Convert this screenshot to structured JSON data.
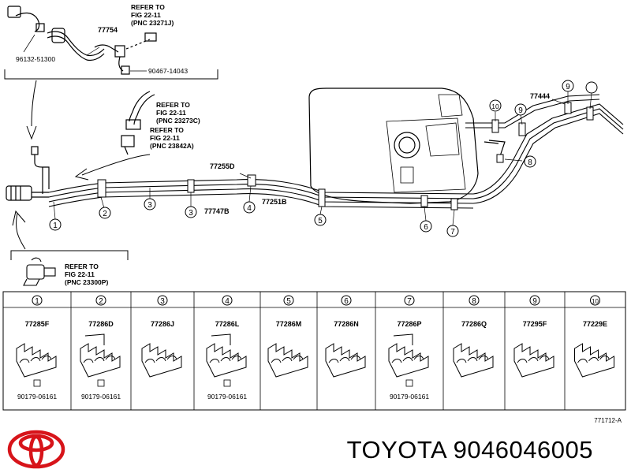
{
  "diagram": {
    "top_labels": {
      "part_96132": "96132-51300",
      "part_77754": "77754",
      "part_90467": "90467-14043",
      "part_77255d": "77255D",
      "part_77747b": "77747B",
      "part_77251b": "77251B",
      "part_77444": "77444"
    },
    "references": [
      {
        "l1": "REFER TO",
        "l2": "FIG 22-11",
        "l3": "(PNC 23271J)"
      },
      {
        "l1": "REFER TO",
        "l2": "FIG 22-11",
        "l3": "(PNC 23273C)"
      },
      {
        "l1": "REFER TO",
        "l2": "FIG 22-11",
        "l3": "(PNC 23842A)"
      },
      {
        "l1": "REFER TO",
        "l2": "FIG 22-11",
        "l3": "(PNC 23300P)"
      }
    ],
    "callouts": [
      "1",
      "2",
      "3",
      "3",
      "4",
      "5",
      "6",
      "7",
      "8",
      "9",
      "9",
      "10"
    ],
    "clamps": [
      {
        "num": "1",
        "part": "77285F",
        "screw": "90179-06161"
      },
      {
        "num": "2",
        "part": "77286D",
        "screw": "90179-06161"
      },
      {
        "num": "3",
        "part": "77286J",
        "screw": ""
      },
      {
        "num": "4",
        "part": "77286L",
        "screw": "90179-06161"
      },
      {
        "num": "5",
        "part": "77286M",
        "screw": ""
      },
      {
        "num": "6",
        "part": "77286N",
        "screw": ""
      },
      {
        "num": "7",
        "part": "77286P",
        "screw": "90179-06161"
      },
      {
        "num": "8",
        "part": "77286Q",
        "screw": ""
      },
      {
        "num": "9",
        "part": "77295F",
        "screw": ""
      },
      {
        "num": "10",
        "part": "77229E",
        "screw": ""
      }
    ],
    "figure_id": "771712-A"
  },
  "footer": {
    "brand_text": "TOYOTA 9046046005",
    "logo_color": "#d7141a"
  }
}
